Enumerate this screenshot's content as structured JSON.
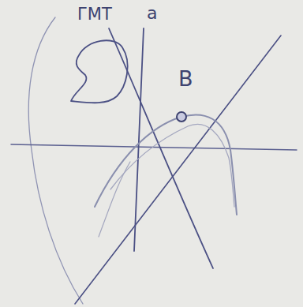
{
  "diagram": {
    "labels": [
      "ГМТ",
      "a",
      "B"
    ]
  }
}
